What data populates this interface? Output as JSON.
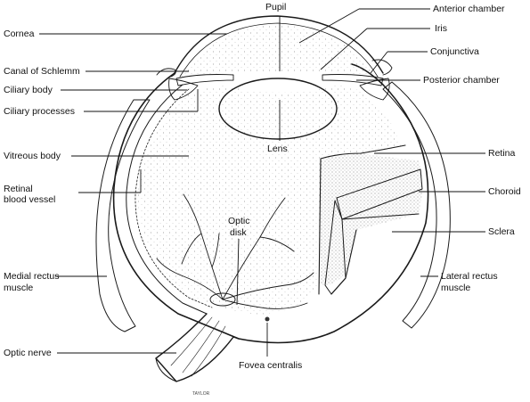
{
  "diagram": {
    "labels": {
      "pupil": "Pupil",
      "anterior_chamber": "Anterior chamber",
      "iris": "Iris",
      "conjunctiva": "Conjunctiva",
      "cornea": "Cornea",
      "canal_of_schlemm": "Canal of Schlemm",
      "ciliary_body": "Ciliary body",
      "ciliary_processes": "Ciliary processes",
      "posterior_chamber": "Posterior chamber",
      "lens": "Lens",
      "vitreous_body": "Vitreous body",
      "retina": "Retina",
      "retinal_blood_vessel_1": "Retinal",
      "retinal_blood_vessel_2": "blood vessel",
      "choroid": "Choroid",
      "optic_disk_1": "Optic",
      "optic_disk_2": "disk",
      "sclera": "Sclera",
      "medial_rectus_1": "Medial rectus",
      "medial_rectus_2": "muscle",
      "lateral_rectus_1": "Lateral rectus",
      "lateral_rectus_2": "muscle",
      "optic_nerve": "Optic nerve",
      "fovea_centralis": "Fovea centralis"
    },
    "signature": "TAYLOR"
  }
}
